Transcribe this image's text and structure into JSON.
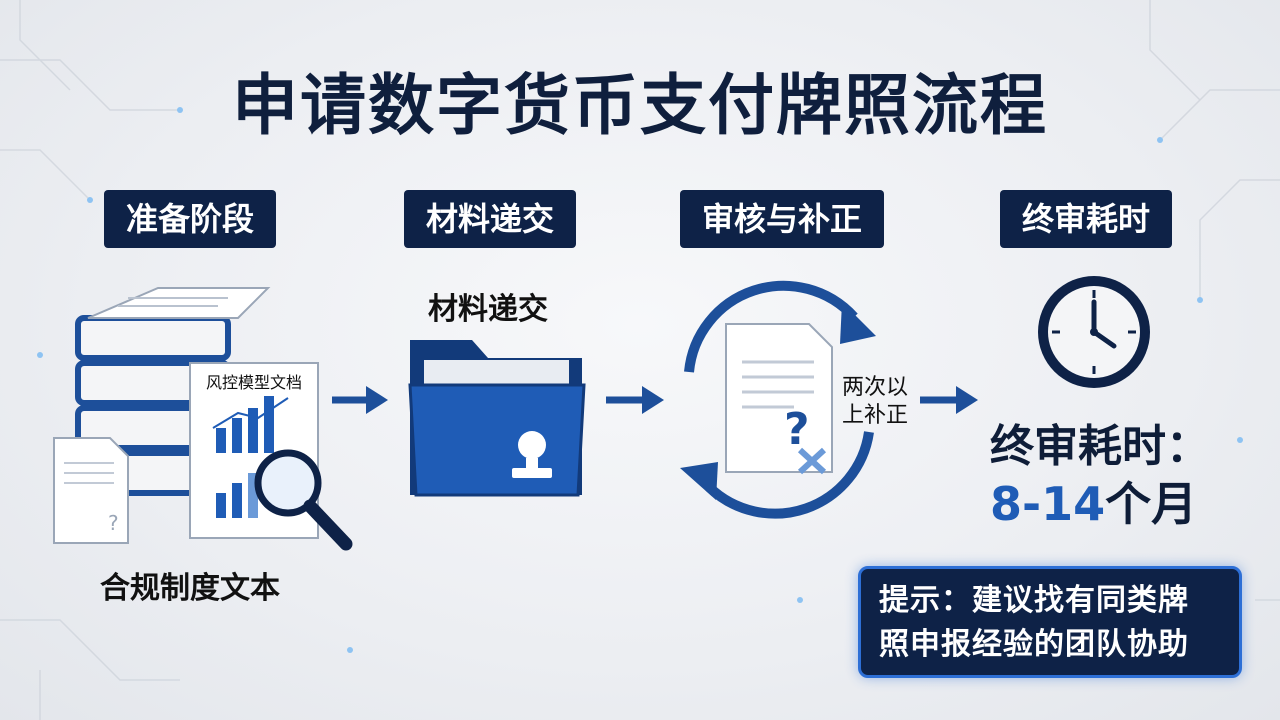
{
  "title": "申请数字货币支付牌照流程",
  "stages": [
    {
      "label": "准备阶段",
      "caption": "合规制度文本",
      "doc_label": "风控模型文档"
    },
    {
      "label": "材料递交",
      "caption": "材料递交"
    },
    {
      "label": "审核与补正",
      "note_line1": "两次以",
      "note_line2": "上补正"
    },
    {
      "label": "终审耗时",
      "duration_title": "终审耗时：",
      "duration_number": "8-14",
      "duration_unit": "个月"
    }
  ],
  "tip": {
    "line1": "提示：建议找有同类牌",
    "line2": "照申报经验的团队协助"
  },
  "colors": {
    "navy": "#0e2247",
    "accent_blue": "#1f5cb6",
    "bright_blue": "#2d6fd6"
  },
  "icons": [
    "document-stack-icon",
    "chart-document-icon",
    "magnifier-icon",
    "folder-icon",
    "seal-icon",
    "cycle-arrows-icon",
    "question-document-icon",
    "clock-icon"
  ]
}
